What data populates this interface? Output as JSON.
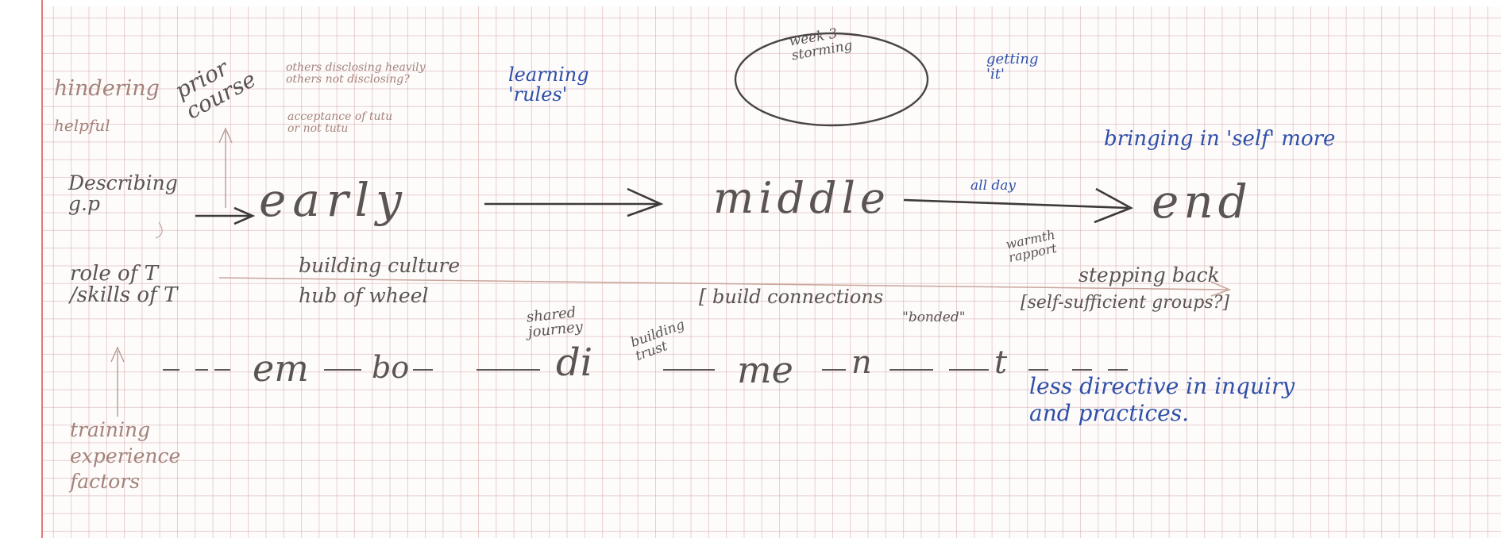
{
  "notes": {
    "hindering": "hindering",
    "helpful": "helpful",
    "prior_course": "prior\ncourse",
    "others_disclosing": "others disclosing heavily\nothers not disclosing?",
    "acceptance": "acceptance of tutu\nor not tutu",
    "learning_rules": "learning\n'rules'",
    "storming": "week 3\nstorming",
    "getting_it": "getting\n'it'",
    "bringing_self": "bringing in 'self' more",
    "describing_gp": "Describing\ng.p",
    "stage_early": "early",
    "stage_middle": "middle",
    "all_day": "all day",
    "stage_end": "end",
    "role_of_t": "role of T\n/skills of T",
    "building_culture": "building culture",
    "hub_of_wheel": "hub of wheel",
    "build_connections": "[ build connections",
    "bonded": "\"bonded\"",
    "warmth_rapport": "warmth\nrapport",
    "stepping_back": "stepping back",
    "self_sufficient": "[self-sufficient groups?]",
    "shared_journey": "shared\njourney",
    "building_trust": "building\ntrust",
    "embodiment_1": "em",
    "embodiment_2": "bo",
    "embodiment_3": "di",
    "embodiment_4": "me",
    "embodiment_5": "n",
    "embodiment_6": "t",
    "less_directive": "less directive in inquiry\nand practices.",
    "training_experience": "training\nexperience\nfactors"
  },
  "colors": {
    "pencil": "#5a5452",
    "faint": "#a4827a",
    "blue_ink": "#2f4fa8",
    "grid": "#d6aaaa",
    "margin": "#e07a7a"
  }
}
